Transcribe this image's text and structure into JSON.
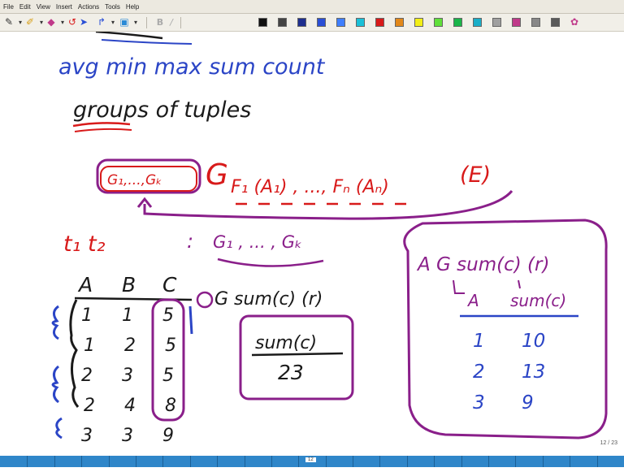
{
  "menu": [
    "File",
    "Edit",
    "View",
    "Insert",
    "Actions",
    "Tools",
    "Help"
  ],
  "icons": {
    "pen": "pen-icon",
    "highlighter": "highlighter-icon",
    "eraser": "eraser-icon",
    "lasso": "lasso-icon",
    "shapes": "shapes-icon",
    "insert": "insert-space-icon",
    "bold": "bold-icon",
    "italic": "italic-icon",
    "palette": "color-palette-icon"
  },
  "palette": [
    "#111111",
    "#444444",
    "#1f2f8f",
    "#2a4fd6",
    "#3f7fff",
    "#1ac0d8",
    "#d81a1a",
    "#e2881a",
    "#f3ef16",
    "#60e03a",
    "#1ab54a",
    "#1aaec8",
    "#a0a0a0",
    "#c03a8a",
    "#888888",
    "#5a5a5a"
  ],
  "ink_colors": {
    "blue": "#2b45c6",
    "red": "#d81a1a",
    "purple": "#8a1f8a",
    "black": "#1a1a1a"
  },
  "board": {
    "line1": "avg  min  max  sum  count",
    "line2": "groups of tuples",
    "group_expr": "G₁,...,Gₖ",
    "g_symbol": "G",
    "func_expr": "F₁ (A₁) , ..., Fₙ (Aₙ)",
    "e_expr": "(E)",
    "tuples_left": "t₁  t₂",
    "tuples_colon": ":",
    "tuples_right": "G₁ , ... , Gₖ",
    "table_headers": [
      "A",
      "B",
      "C"
    ],
    "table_rows": [
      [
        "1",
        "1",
        "5"
      ],
      [
        "1",
        "2",
        "5"
      ],
      [
        "2",
        "3",
        "5"
      ],
      [
        "2",
        "4",
        "8"
      ],
      [
        "3",
        "3",
        "9"
      ]
    ],
    "g_sum_r": "G sum(c) (r)",
    "result_header": "sum(c)",
    "result_value": "23",
    "grouped_expr": "A G sum(c) (r)",
    "grouped_headers": [
      "A",
      "sum(c)"
    ],
    "grouped_rows": [
      [
        "1",
        "10"
      ],
      [
        "2",
        "13"
      ],
      [
        "3",
        "9"
      ]
    ]
  },
  "page_indicator": "12 / 23",
  "status_page": "12"
}
